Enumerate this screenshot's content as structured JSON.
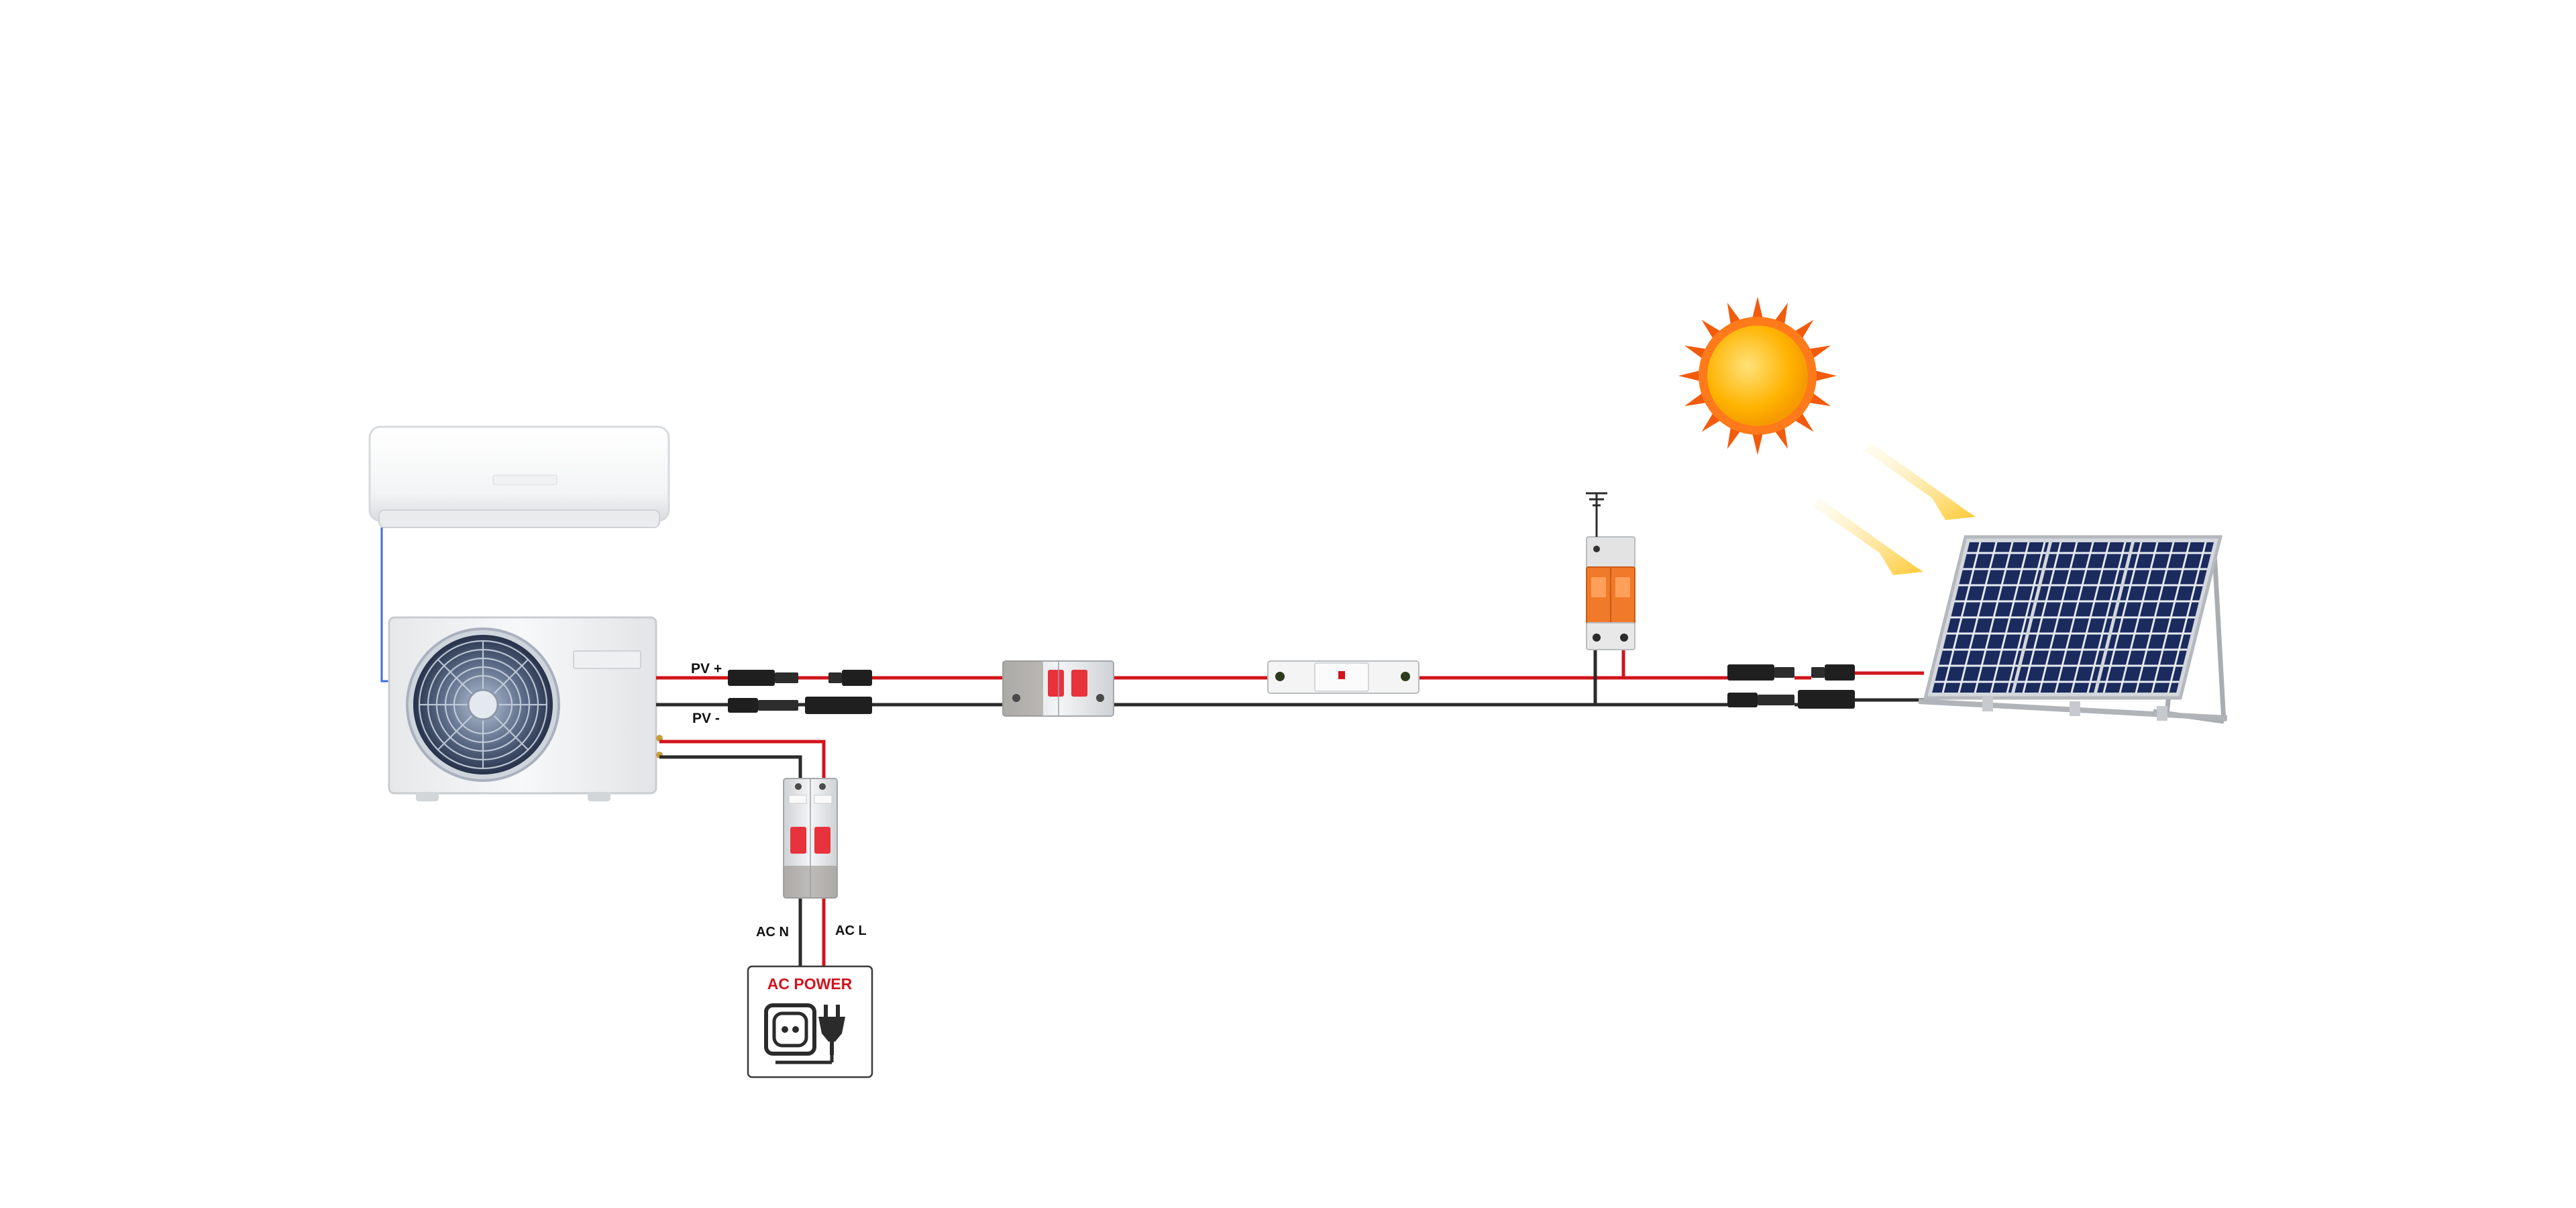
{
  "labels": {
    "pv_positive": "PV +",
    "pv_negative": "PV -",
    "ac_neutral": "AC N",
    "ac_live": "AC L",
    "ac_power": "AC POWER"
  },
  "colors": {
    "positive_wire": "#d1141c",
    "negative_wire": "#2b2b2b",
    "refrigerant_line": "#3b6fd8",
    "ac_power_text": "#d1141c",
    "spd_body": "#f07a2a",
    "breaker_handle": "#e8323c",
    "sun_core": "#ffb000",
    "sun_rays": "#f25a0c",
    "panel_cells": "#1a2a5c"
  },
  "icons": {
    "indoor_unit": "indoor-ac-unit-icon",
    "outdoor_unit": "outdoor-ac-unit-icon",
    "solar_panel": "solar-panel-icon",
    "sun": "sun-icon",
    "ground": "ground-symbol-icon",
    "socket": "power-socket-icon",
    "plug": "power-plug-icon"
  }
}
